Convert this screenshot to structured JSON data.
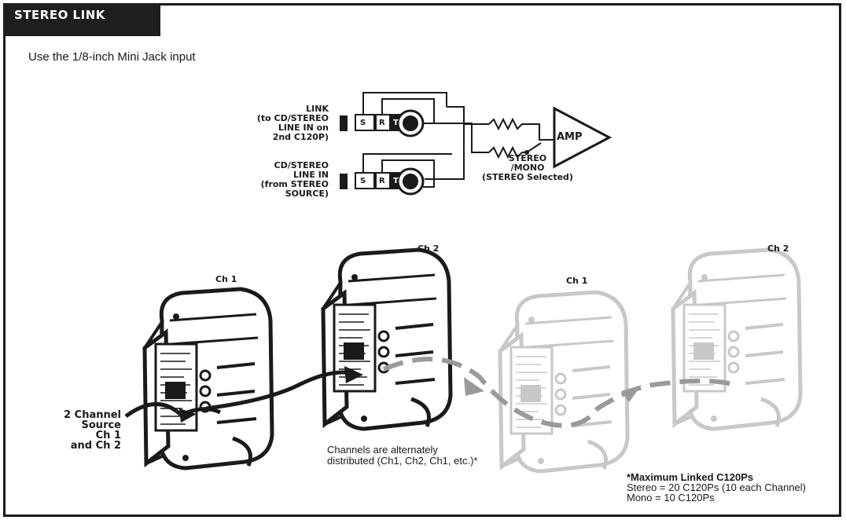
{
  "header": {
    "title": "STEREO LINK"
  },
  "intro": "Use the 1/8-inch Mini Jack input",
  "schematic": {
    "link_label": [
      "LINK",
      "(to CD/STEREO",
      "LINE IN on",
      "2nd C120P)"
    ],
    "input_label": [
      "CD/STEREO",
      "LINE IN",
      "(from STEREO",
      "SOURCE)"
    ],
    "jack_letters": [
      "S",
      "R",
      "T"
    ],
    "amp": "AMP",
    "switch_label": [
      "STEREO",
      "/MONO",
      "(STEREO Selected)"
    ]
  },
  "speakers": {
    "labels": [
      "Ch 1",
      "Ch 2",
      "Ch 1",
      "Ch 2"
    ],
    "source_label": [
      "2 Channel",
      "Source",
      "Ch 1",
      "and Ch 2"
    ]
  },
  "notes": {
    "distribution": [
      "Channels are alternately",
      "distributed (Ch1, Ch2, Ch1, etc.)*"
    ],
    "max_title": "*Maximum Linked C120Ps",
    "max_stereo": "Stereo = 20 C120Ps (10 each Channel)",
    "max_mono": "Mono = 10 C120Ps"
  },
  "colors": {
    "dark": "#1a1a1a",
    "faded": "#c8c8c8",
    "faded_cable": "#9a9a9a"
  }
}
